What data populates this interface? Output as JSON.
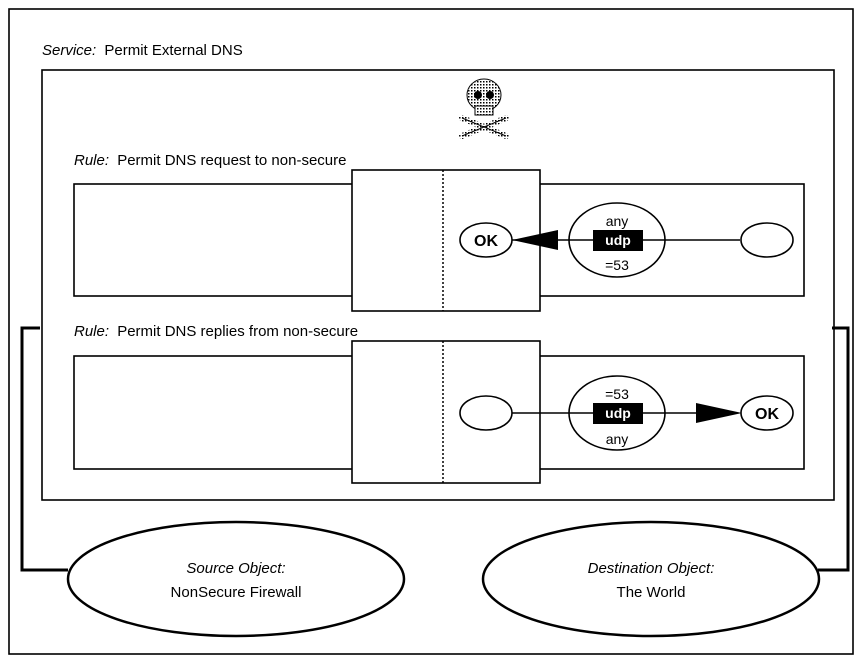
{
  "service": {
    "prefix": "Service:",
    "name": "Permit External DNS"
  },
  "rules": [
    {
      "prefix": "Rule:",
      "name": "Permit DNS request to non-secure",
      "port_top": "any",
      "protocol": "udp",
      "port_bottom": "=53",
      "ok_label": "OK"
    },
    {
      "prefix": "Rule:",
      "name": "Permit DNS replies from non-secure",
      "port_top": "=53",
      "protocol": "udp",
      "port_bottom": "any",
      "ok_label": "OK"
    }
  ],
  "source_object": {
    "title": "Source Object:",
    "name": "NonSecure Firewall"
  },
  "destination_object": {
    "title": "Destination Object:",
    "name": "The World"
  },
  "icons": {
    "service_icon": "skull-crossbones-icon"
  }
}
